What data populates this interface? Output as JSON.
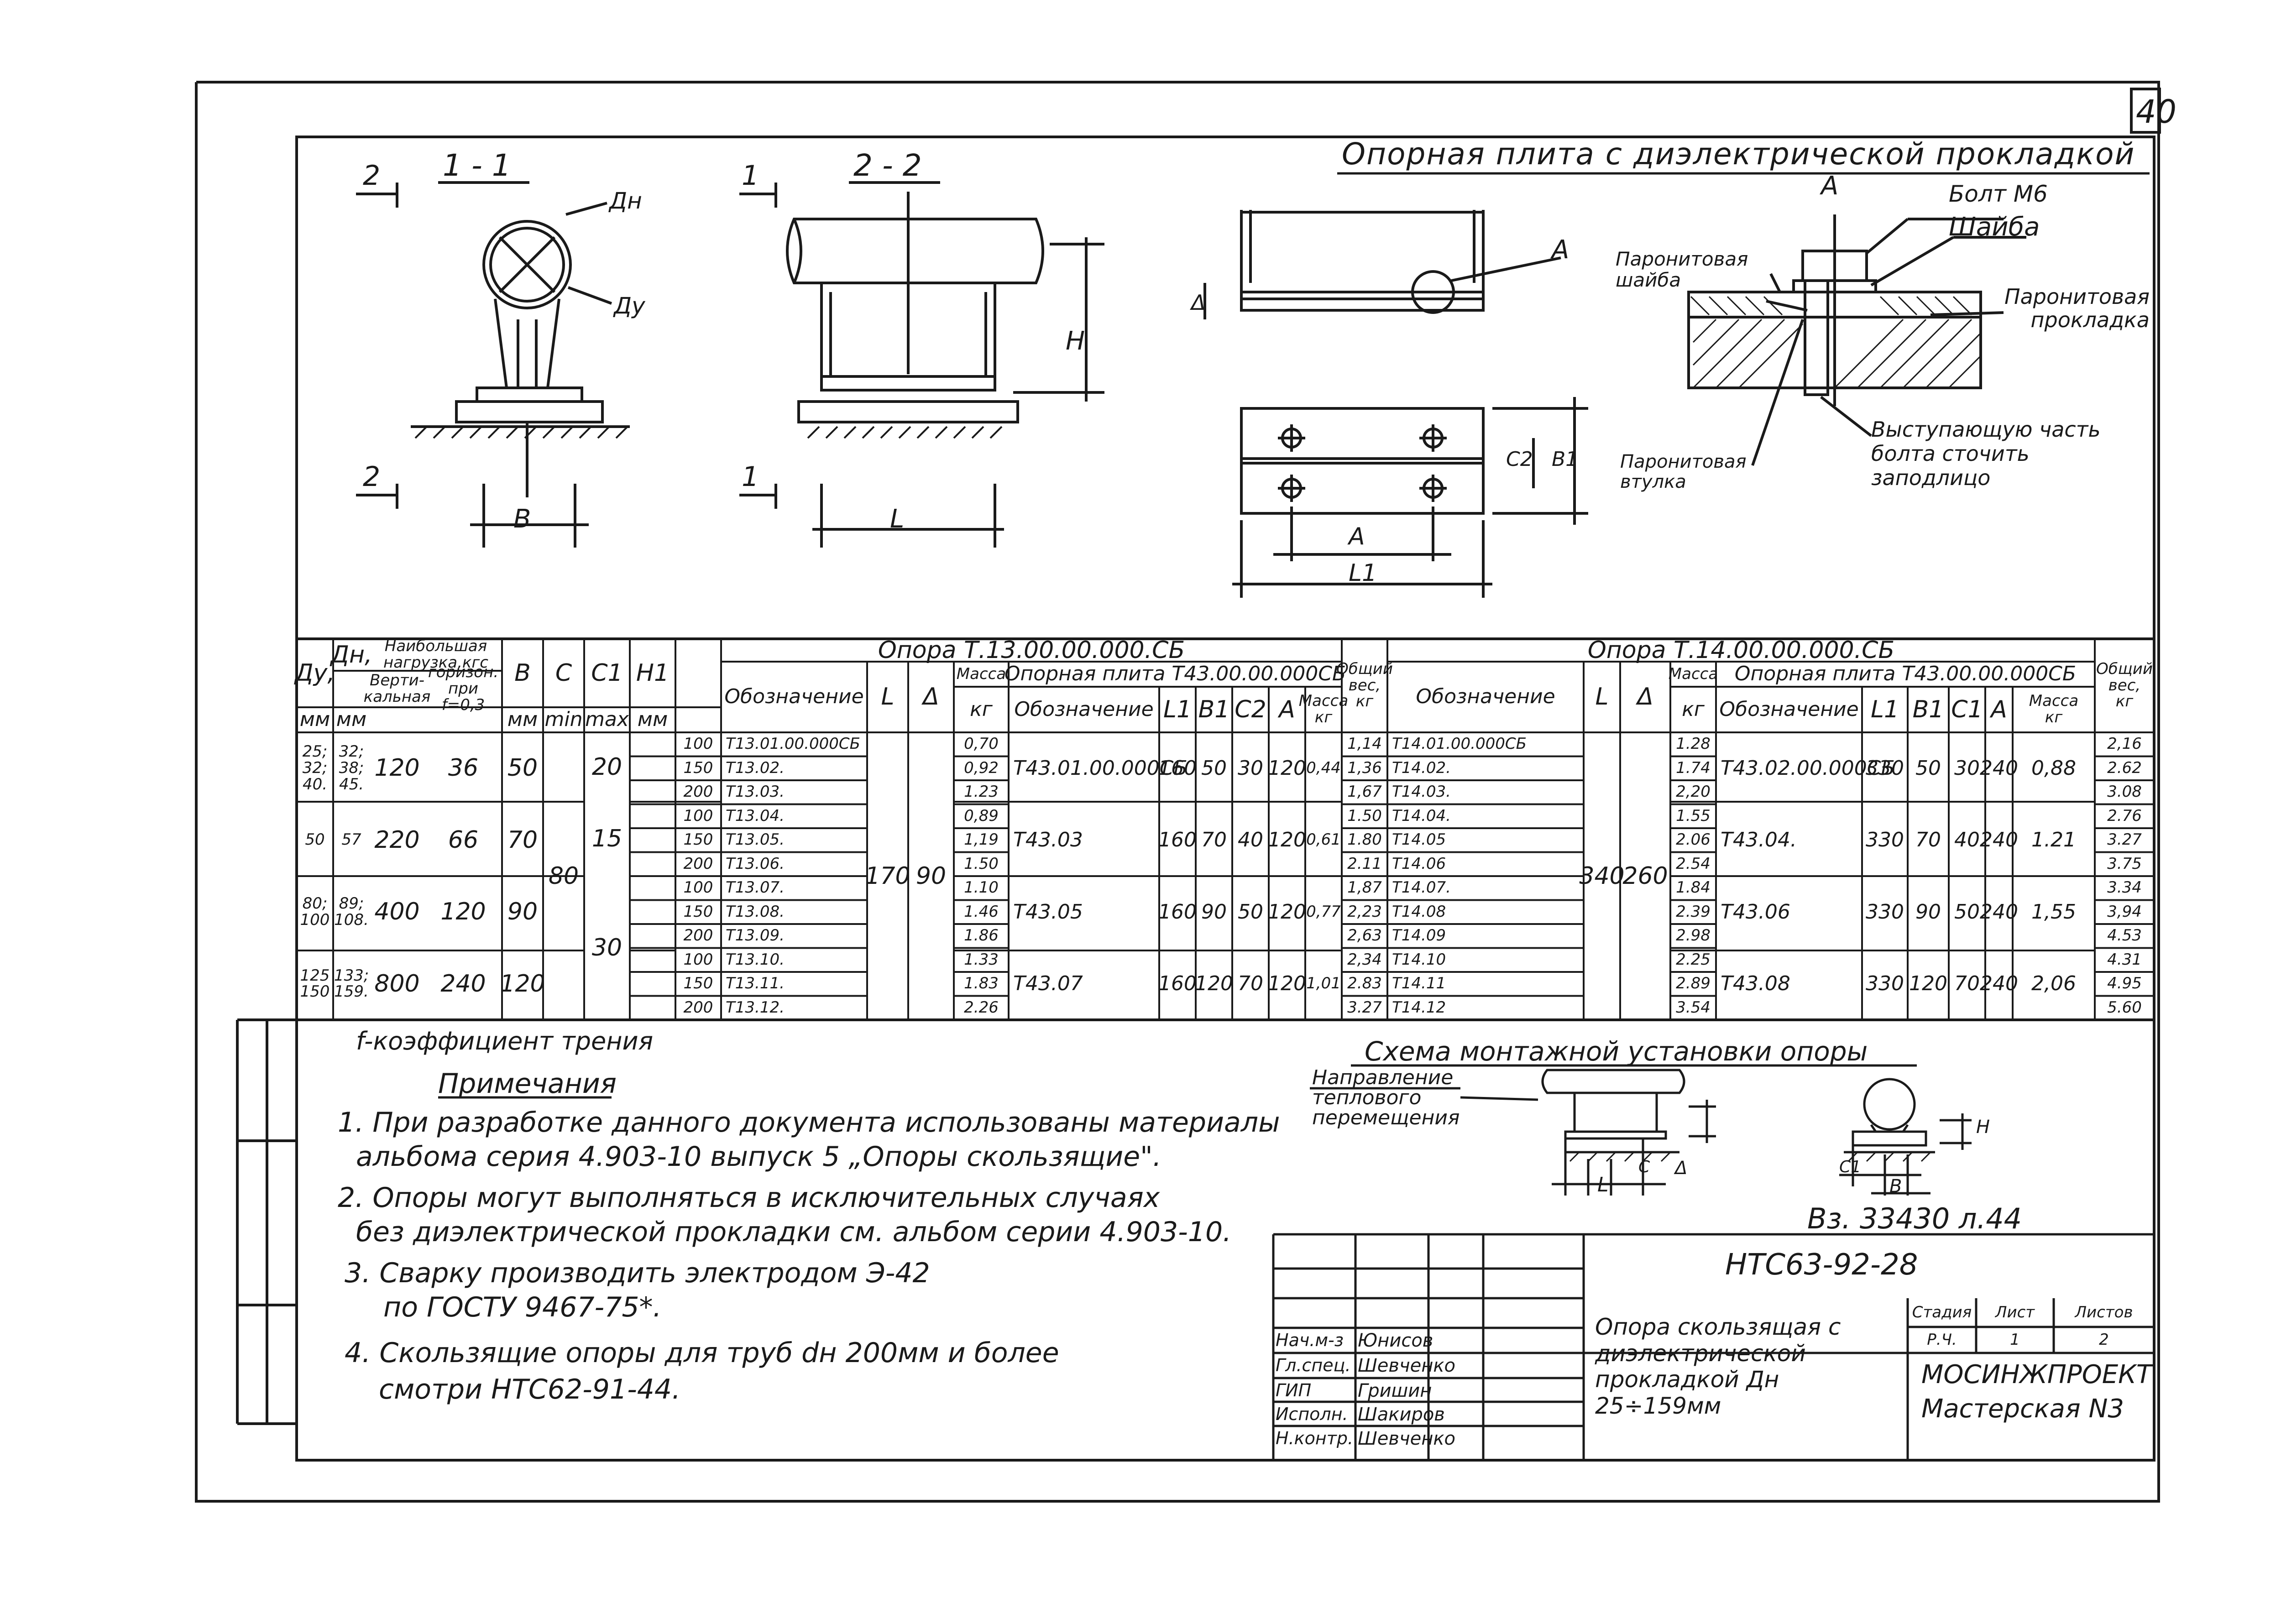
{
  "sheet": {
    "page_number": "40",
    "main_title": "Опорная плита с диэлектрической прокладкой",
    "drawing_code": "НТС63-92-28",
    "description": "Опора скользящая с диэлектрической прокладкой Дн 25÷159мм",
    "stage_label": "Стадия",
    "sheet_label": "Лист",
    "sheets_label": "Листов",
    "stage": "Р.Ч.",
    "sheet_no": "1",
    "sheets_total": "2",
    "org": "МОСИНЖПРОЕКТ",
    "workshop": "Мастерская N3",
    "inventory": "Вз. 33430 л.44"
  },
  "staff": [
    {
      "role": "Нач.м-з",
      "name": "Юнисов"
    },
    {
      "role": "Гл.спец.",
      "name": "Шевченко"
    },
    {
      "role": "ГИП",
      "name": "Гришин"
    },
    {
      "role": "Исполн.",
      "name": "Шакиров"
    },
    {
      "role": "Н.контр.",
      "name": "Шевченко"
    }
  ],
  "drawings": {
    "section_1_1": "1 - 1",
    "section_2_2": "2 - 2",
    "mark_1": "1",
    "mark_2": "2",
    "dn": "Дн",
    "du": "Ду",
    "b": "B",
    "l": "L",
    "h": "H",
    "a": "A",
    "l1": "L1",
    "b1": "B1",
    "c2": "C2",
    "delta": "Δ",
    "bolt": "Болт М6",
    "washer": "Шайба",
    "paronite_washer": "Паронитовая шайба",
    "paronite_gasket": "Паронитовая прокладка",
    "paronite_sleeve": "Паронитовая втулка",
    "grind_note": "Выступающую часть болта сточить заподлицо"
  },
  "table": {
    "hdr": {
      "du": "Ду,",
      "dn": "Дн,",
      "load": "Наибольшая нагрузка,кгс",
      "vert": "Верти-кальная",
      "horiz": "горизон. при f=0,3",
      "b": "B",
      "c": "C",
      "c1": "C1",
      "h1": "H1",
      "mm": "мм",
      "min": "min",
      "max": "max",
      "support1": "Опора Т.13.00.00.000.СБ",
      "support2": "Опора Т.14.00.00.000.СБ",
      "designation": "Обозначение",
      "l": "L",
      "delta": "Δ",
      "mass": "Масса",
      "kg": "кг",
      "plate1": "Опорная плита Т43.00.00.000СБ",
      "plate2": "Опорная плита Т43.00.00.000СБ",
      "l1": "L1",
      "b1": "B1",
      "c2": "C2",
      "a": "A",
      "total": "Общий вес,",
      "c1b": "C1"
    },
    "groups": [
      {
        "du": "25; 32; 40.",
        "dn": "32; 38; 45.",
        "vert": "120",
        "horiz": "36",
        "b": "50",
        "plate1": {
          "des": "Т43.01.00.000СБ",
          "l1": "160",
          "b1": "50",
          "c2": "30",
          "a": "120",
          "mass": "0,44"
        },
        "plate2": {
          "des": "Т43.02.00.000СБ",
          "l1": "330",
          "b1": "50",
          "c1": "30",
          "a": "240",
          "mass": "0,88"
        }
      },
      {
        "du": "50",
        "dn": "57",
        "vert": "220",
        "horiz": "66",
        "b": "70",
        "plate1": {
          "des": "Т43.03",
          "l1": "160",
          "b1": "70",
          "c2": "40",
          "a": "120",
          "mass": "0,61"
        },
        "plate2": {
          "des": "Т43.04.",
          "l1": "330",
          "b1": "70",
          "c1": "40",
          "a": "240",
          "mass": "1.21"
        }
      },
      {
        "du": "80; 100",
        "dn": "89; 108.",
        "vert": "400",
        "horiz": "120",
        "b": "90",
        "plate1": {
          "des": "Т43.05",
          "l1": "160",
          "b1": "90",
          "c2": "50",
          "a": "120",
          "mass": "0,77"
        },
        "plate2": {
          "des": "Т43.06",
          "l1": "330",
          "b1": "90",
          "c1": "50",
          "a": "240",
          "mass": "1,55"
        }
      },
      {
        "du": "125 150",
        "dn": "133; 159.",
        "vert": "800",
        "horiz": "240",
        "b": "120",
        "plate1": {
          "des": "Т43.07",
          "l1": "160",
          "b1": "120",
          "c2": "70",
          "a": "120",
          "mass": "1,01"
        },
        "plate2": {
          "des": "Т43.08",
          "l1": "330",
          "b1": "120",
          "c1": "70",
          "a": "240",
          "mass": "2,06"
        }
      }
    ],
    "c_value": "80",
    "c1_values": [
      "20",
      "15",
      "30"
    ],
    "s1_l": "170",
    "s1_delta": "90",
    "s2_l": "340",
    "s2_delta": "260",
    "rows": [
      {
        "h1": "100",
        "d1": "Т13.01.00.000СБ",
        "m1": "0,70",
        "tw1": "1,14",
        "d2": "Т14.01.00.000СБ",
        "m2": "1.28",
        "tw2": "2,16"
      },
      {
        "h1": "150",
        "d1": "Т13.02.",
        "m1": "0,92",
        "tw1": "1,36",
        "d2": "Т14.02.",
        "m2": "1.74",
        "tw2": "2.62"
      },
      {
        "h1": "200",
        "d1": "Т13.03.",
        "m1": "1.23",
        "tw1": "1,67",
        "d2": "Т14.03.",
        "m2": "2,20",
        "tw2": "3.08"
      },
      {
        "h1": "100",
        "d1": "Т13.04.",
        "m1": "0,89",
        "tw1": "1.50",
        "d2": "Т14.04.",
        "m2": "1.55",
        "tw2": "2.76"
      },
      {
        "h1": "150",
        "d1": "Т13.05.",
        "m1": "1,19",
        "tw1": "1.80",
        "d2": "Т14.05",
        "m2": "2.06",
        "tw2": "3.27"
      },
      {
        "h1": "200",
        "d1": "Т13.06.",
        "m1": "1.50",
        "tw1": "2.11",
        "d2": "Т14.06",
        "m2": "2.54",
        "tw2": "3.75"
      },
      {
        "h1": "100",
        "d1": "Т13.07.",
        "m1": "1.10",
        "tw1": "1,87",
        "d2": "Т14.07.",
        "m2": "1.84",
        "tw2": "3.34"
      },
      {
        "h1": "150",
        "d1": "Т13.08.",
        "m1": "1.46",
        "tw1": "2,23",
        "d2": "Т14.08",
        "m2": "2.39",
        "tw2": "3,94"
      },
      {
        "h1": "200",
        "d1": "Т13.09.",
        "m1": "1.86",
        "tw1": "2,63",
        "d2": "Т14.09",
        "m2": "2.98",
        "tw2": "4.53"
      },
      {
        "h1": "100",
        "d1": "Т13.10.",
        "m1": "1.33",
        "tw1": "2,34",
        "d2": "Т14.10",
        "m2": "2.25",
        "tw2": "4.31"
      },
      {
        "h1": "150",
        "d1": "Т13.11.",
        "m1": "1.83",
        "tw1": "2.83",
        "d2": "Т14.11",
        "m2": "2.89",
        "tw2": "4.95"
      },
      {
        "h1": "200",
        "d1": "Т13.12.",
        "m1": "2.26",
        "tw1": "3.27",
        "d2": "Т14.12",
        "m2": "3.54",
        "tw2": "5.60"
      }
    ]
  },
  "notes": {
    "friction": "f-коэффициент трения",
    "heading": "Примечания",
    "n1a": "1. При разработке данного документа использованы материалы",
    "n1b": "альбома серия 4.903-10 выпуск 5 „Опоры скользящие\".",
    "n2a": "2. Опоры могут выполняться в исключительных случаях",
    "n2b": "без диэлектрической прокладки см. альбом серии 4.903-10.",
    "n3a": "3. Сварку производить электродом Э-42",
    "n3b": "по ГОСТУ 9467-75*.",
    "n4a": "4. Скользящие опоры для труб dн 200мм и более",
    "n4b": "смотри НТС62-91-44."
  },
  "scheme": {
    "title": "Схема монтажной установки опоры",
    "direction": "Направление теплового перемещения",
    "l": "L",
    "c": "C",
    "delta": "Δ",
    "h": "H",
    "c1": "C1",
    "b": "B"
  }
}
